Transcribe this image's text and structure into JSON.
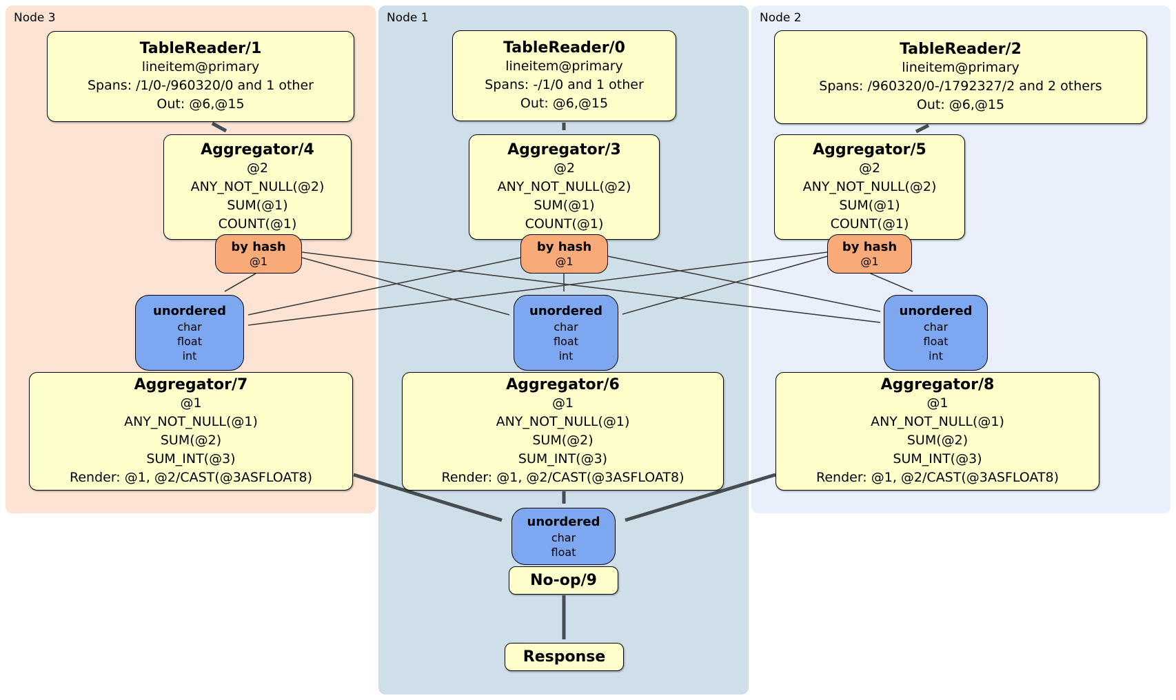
{
  "regions": {
    "node3": {
      "label": "Node 3"
    },
    "node1": {
      "label": "Node 1"
    },
    "node2": {
      "label": "Node 2"
    }
  },
  "boxes": {
    "tr1": {
      "title": "TableReader/1",
      "lines": [
        "lineitem@primary",
        "Spans: /1/0-/960320/0 and 1 other",
        "Out: @6,@15"
      ]
    },
    "tr0": {
      "title": "TableReader/0",
      "lines": [
        "lineitem@primary",
        "Spans: -/1/0 and 1 other",
        "Out: @6,@15"
      ]
    },
    "tr2": {
      "title": "TableReader/2",
      "lines": [
        "lineitem@primary",
        "Spans: /960320/0-/1792327/2 and 2 others",
        "Out: @6,@15"
      ]
    },
    "agg4": {
      "title": "Aggregator/4",
      "lines": [
        "@2",
        "ANY_NOT_NULL(@2)",
        "SUM(@1)",
        "COUNT(@1)"
      ]
    },
    "agg3": {
      "title": "Aggregator/3",
      "lines": [
        "@2",
        "ANY_NOT_NULL(@2)",
        "SUM(@1)",
        "COUNT(@1)"
      ]
    },
    "agg5": {
      "title": "Aggregator/5",
      "lines": [
        "@2",
        "ANY_NOT_NULL(@2)",
        "SUM(@1)",
        "COUNT(@1)"
      ]
    },
    "agg7": {
      "title": "Aggregator/7",
      "lines": [
        "@1",
        "ANY_NOT_NULL(@1)",
        "SUM(@2)",
        "SUM_INT(@3)",
        "Render: @1, @2/CAST(@3ASFLOAT8)"
      ]
    },
    "agg6": {
      "title": "Aggregator/6",
      "lines": [
        "@1",
        "ANY_NOT_NULL(@1)",
        "SUM(@2)",
        "SUM_INT(@3)",
        "Render: @1, @2/CAST(@3ASFLOAT8)"
      ]
    },
    "agg8": {
      "title": "Aggregator/8",
      "lines": [
        "@1",
        "ANY_NOT_NULL(@1)",
        "SUM(@2)",
        "SUM_INT(@3)",
        "Render: @1, @2/CAST(@3ASFLOAT8)"
      ]
    },
    "noop": {
      "title": "No-op/9"
    },
    "response": {
      "title": "Response"
    }
  },
  "routers": {
    "hash3": {
      "title": "by hash",
      "lines": [
        "@1"
      ]
    },
    "hash1": {
      "title": "by hash",
      "lines": [
        "@1"
      ]
    },
    "hash2": {
      "title": "by hash",
      "lines": [
        "@1"
      ]
    }
  },
  "syncs": {
    "unord3": {
      "title": "unordered",
      "lines": [
        "char",
        "float",
        "int"
      ]
    },
    "unord1": {
      "title": "unordered",
      "lines": [
        "char",
        "float",
        "int"
      ]
    },
    "unord2": {
      "title": "unordered",
      "lines": [
        "char",
        "float",
        "int"
      ]
    },
    "unord_final": {
      "title": "unordered",
      "lines": [
        "char",
        "float"
      ]
    }
  },
  "colors": {
    "region_node3_bg": "#fce3d3",
    "region_node1_bg": "#cfdfe9",
    "region_node2_bg": "#e9f0fb",
    "processor_bg": "#ffffcc",
    "router_bg": "#f9aa79",
    "sync_bg": "#7da7f0",
    "edge_thick": "#464d53",
    "edge_thin": "#3c3c3c",
    "border": "#000000"
  }
}
